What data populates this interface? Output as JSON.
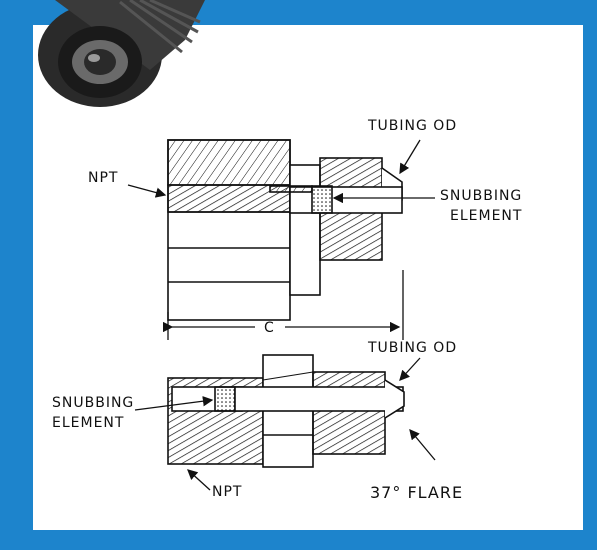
{
  "colors": {
    "frame": "#1d84cc",
    "panel": "#ffffff",
    "ink": "#111111",
    "photo": "#1a1a1a"
  },
  "labels": {
    "tubing_od_top": "TUBING OD",
    "npt_top": "NPT",
    "snubbing_top_1": "SNUBBING",
    "snubbing_top_2": "ELEMENT",
    "dimension_c": "C",
    "tubing_od_bottom": "TUBING OD",
    "snubbing_bottom_1": "SNUBBING",
    "snubbing_bottom_2": "ELEMENT",
    "npt_bottom": "NPT",
    "flare": "37° FLARE"
  }
}
